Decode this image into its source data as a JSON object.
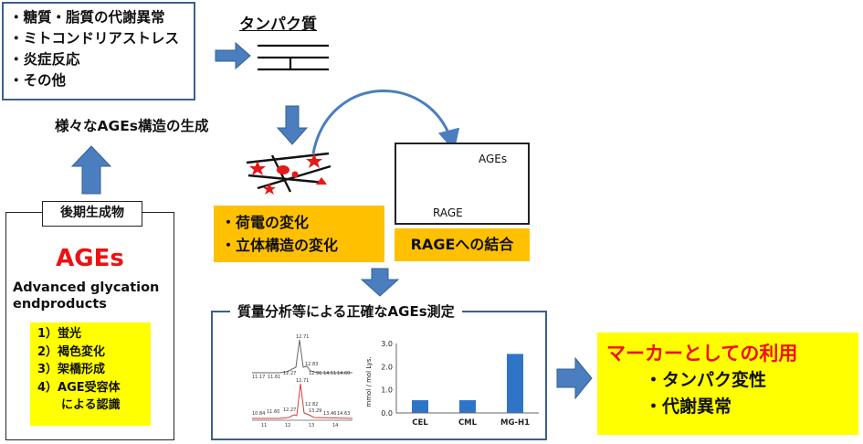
{
  "causes": {
    "items": [
      "・糖質・脂質の代謝異常",
      "・ミトコンドリアストレス",
      "・炎症反応",
      "・その他"
    ]
  },
  "protein": {
    "title": "タンパク質"
  },
  "ages_formation": {
    "label": "様々なAGEs構造の生成"
  },
  "ages_box": {
    "caption": "後期生成物",
    "title": "AGEs",
    "full_name": [
      "Advanced glycation",
      "endproducts"
    ],
    "properties": [
      "1）蛍光",
      "2）褐色変化",
      "3）架橋形成",
      "4）AGE受容体",
      "による認識"
    ]
  },
  "changes": {
    "items": [
      "・荷電の変化",
      "・立体構造の変化"
    ]
  },
  "rage": {
    "ages_label": "AGEs",
    "rage_label": "RAGE",
    "binding": "RAGEへの結合"
  },
  "ms": {
    "title": "質量分析等による正確なAGEs測定",
    "chrom_top_labels": [
      "12.71",
      "11.17",
      "11.61",
      "12.27",
      "12.83",
      "12.96",
      "14.51",
      "14.60"
    ],
    "chrom_bottom_labels": [
      "12.71",
      "10.84",
      "11.60",
      "12.27",
      "12.82",
      "13.29",
      "13.46",
      "14.63"
    ],
    "chrom_axis_ticks": [
      "11",
      "12",
      "13",
      "14"
    ]
  },
  "chart_data": {
    "type": "bar",
    "categories": [
      "CEL",
      "CML",
      "MG-H1"
    ],
    "values": [
      0.55,
      0.55,
      2.55
    ],
    "ylabel": "mmol / mol Lys.",
    "ylim": [
      0,
      3
    ],
    "yticks": [
      "0.0",
      "1.0",
      "2.0",
      "3.0"
    ],
    "bar_color": "#2e75c8"
  },
  "marker": {
    "title": "マーカーとしての利用",
    "items": [
      "・タンパク変性",
      "・代謝異常"
    ]
  },
  "colors": {
    "arrow": "#4a7ebf",
    "accent_red": "#ee1111",
    "orange": "#ffc000",
    "yellow": "#ffff00"
  }
}
